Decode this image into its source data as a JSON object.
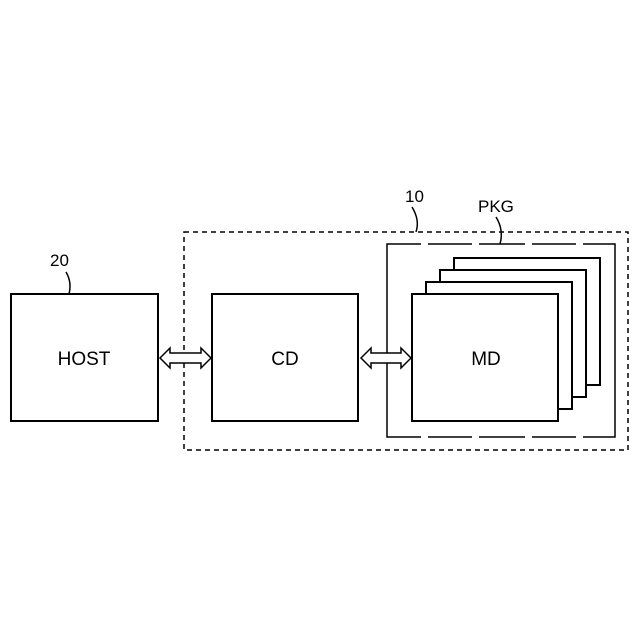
{
  "labels": {
    "host": "HOST",
    "controller": "CD",
    "memory": "MD",
    "package": "PKG"
  },
  "refs": {
    "host": "20",
    "system": "10"
  },
  "colors": {
    "line": "#000000",
    "background": "#ffffff"
  }
}
